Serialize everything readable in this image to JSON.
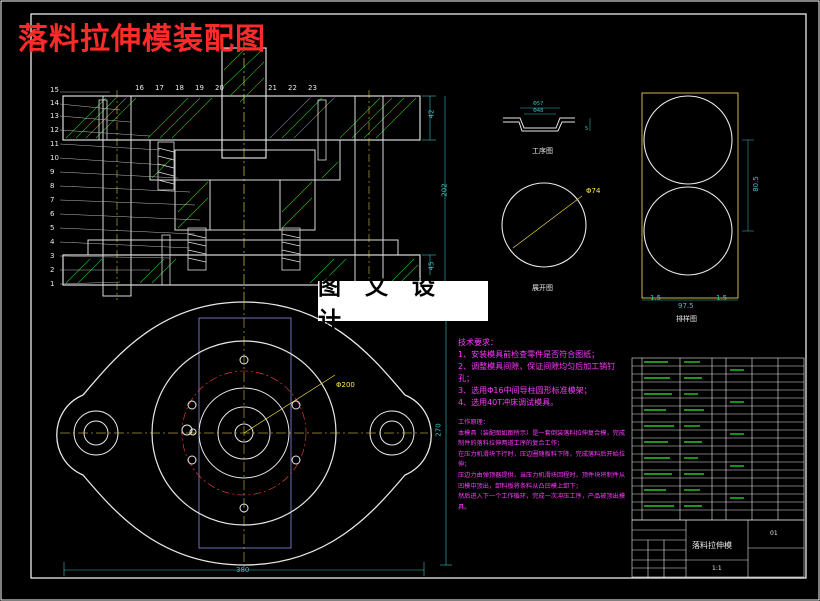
{
  "drawing": {
    "title": "落料拉伸模装配图",
    "banner": "图 文 设 计",
    "colors": {
      "background": "#000000",
      "frame": "#ffffff",
      "part": "#e8e8e8",
      "hatch": "#22bb22",
      "center": "#ffe84a",
      "dimension": "#36c2c2",
      "title_red": "#ff2a2a",
      "notes": "#ff3aff"
    }
  },
  "views": {
    "process_label": "工序图",
    "blank_label": "展开图",
    "strip_label": "排样图"
  },
  "dimensions": {
    "height_front": "202",
    "top_thickness": "42",
    "bottom_thickness": "45",
    "width_plan": "380",
    "height_plan": "270",
    "bolt_circle": "Φ200",
    "blank_diameter": "Φ74",
    "strip_width": "97.5",
    "strip_pitch": "80.5",
    "strip_edge_a": "1.5",
    "strip_edge_b": "1.5",
    "part_d1": "Φ57",
    "part_d2": "Φ48",
    "part_h": "5"
  },
  "part_numbers_left": [
    "15",
    "14",
    "13",
    "12",
    "11",
    "10",
    "9",
    "8",
    "7",
    "6",
    "5",
    "4",
    "3",
    "2",
    "1"
  ],
  "part_numbers_top": [
    "16",
    "17",
    "18",
    "19",
    "20",
    "21",
    "22",
    "23"
  ],
  "notes": {
    "tech_heading": "技术要求：",
    "tech_items": [
      "1、安装模具前检查零件是否符合图纸；",
      "2、调整模具间隙，保证间隙均匀后加工销钉孔；",
      "3、选用Φ16中间导柱圆形标准模架；",
      "4、选用40T冲床调试模具。"
    ],
    "work_heading": "工作原理：",
    "work_items": [
      "本模具（装配图如图所示）是一套倒装落料拉伸复合模，完成制件的落料拉伸两道工序的复合工作；",
      "在压力机滑块下行时，压边圈随板料下降，完成落料后开始拉伸；",
      "压边力由弹顶器提供，当压力机滑块回程时，顶件块将制件从凹模中顶出，卸料板将条料从凸凹模上卸下；",
      "然后进入下一个工作循环，完成一次冲压工序，产品被顶出模具。"
    ]
  },
  "title_block": {
    "drawing_name": "落料拉伸模",
    "scale": "1:1",
    "sheet": "01"
  }
}
